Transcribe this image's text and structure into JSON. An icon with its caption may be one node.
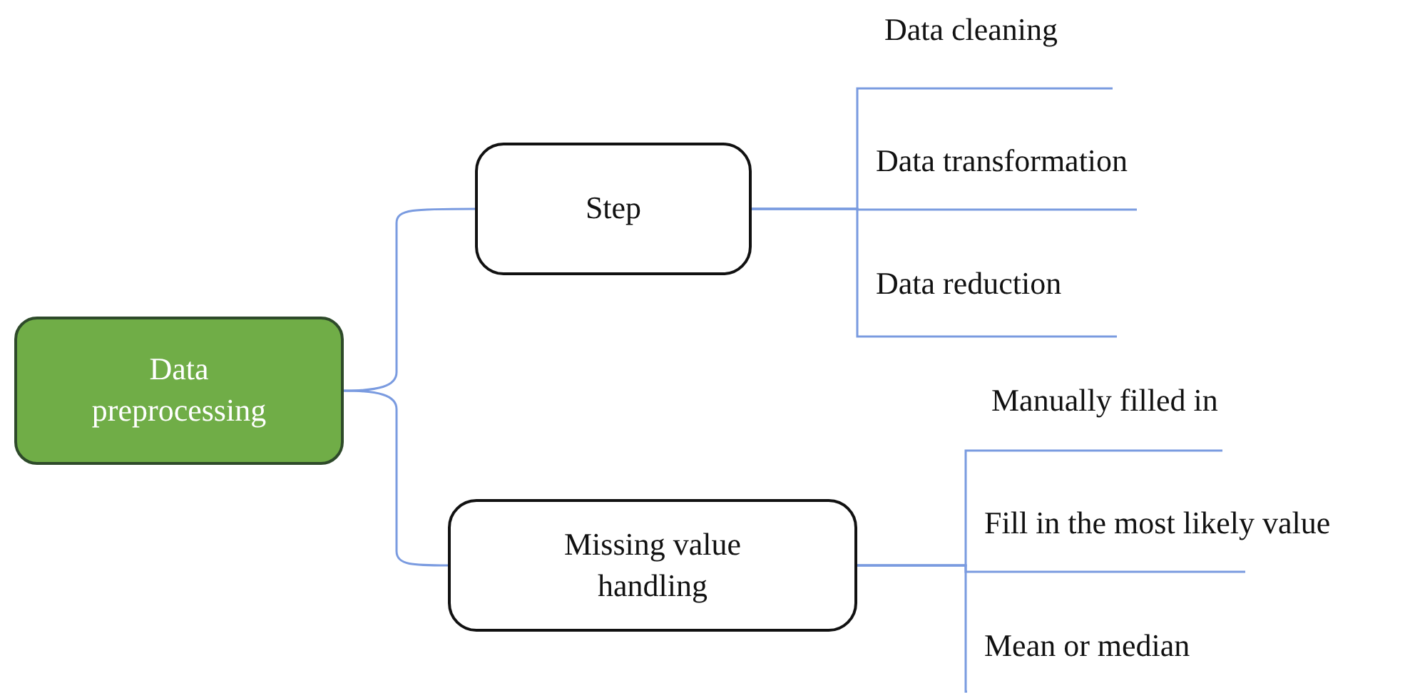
{
  "diagram": {
    "nodes": [
      {
        "text": [
          "Data preprocessing"
        ]
      },
      {
        "text": [
          "Step"
        ]
      },
      {
        "text": [
          "Missing value handling"
        ]
      },
      {
        "text": [
          "Data cleaning"
        ]
      },
      {
        "text": [
          "Data transformation"
        ]
      },
      {
        "text": [
          "Data reduction"
        ]
      },
      {
        "text": [
          "Manually filled in"
        ]
      },
      {
        "text": [
          "Fill in the most likely value"
        ]
      },
      {
        "text": [
          "Mean or median"
        ]
      }
    ],
    "edges": [
      {
        "from": 0,
        "to": 1,
        "arrow": "none"
      },
      {
        "from": 0,
        "to": 2,
        "arrow": "none"
      },
      {
        "from": 1,
        "to": 3,
        "arrow": "none"
      },
      {
        "from": 1,
        "to": 4,
        "arrow": "none"
      },
      {
        "from": 1,
        "to": 5,
        "arrow": "none"
      },
      {
        "from": 2,
        "to": 6,
        "arrow": "none"
      },
      {
        "from": 2,
        "to": 7,
        "arrow": "none"
      },
      {
        "from": 2,
        "to": 8,
        "arrow": "none"
      }
    ]
  }
}
